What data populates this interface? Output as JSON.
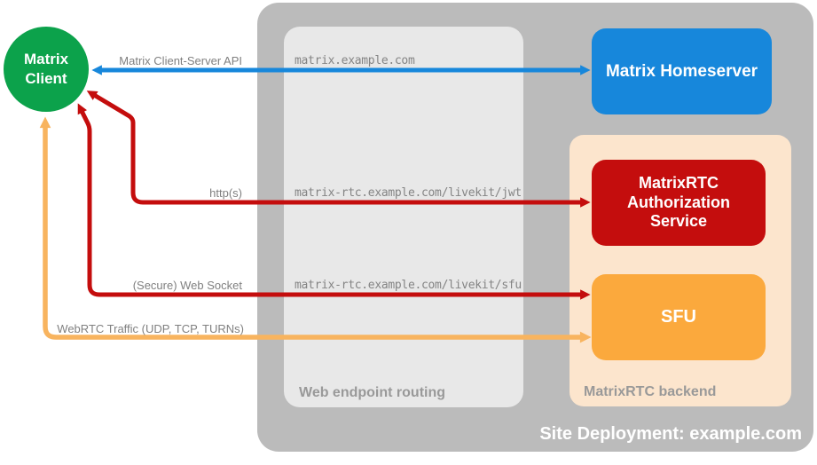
{
  "title": "MatrixRTC site deployment diagram",
  "nodes": {
    "client": {
      "label": "Matrix Client"
    },
    "homeserver": {
      "label": "Matrix Homeserver"
    },
    "auth": {
      "label": "MatrixRTC Authorization Service"
    },
    "sfu": {
      "label": "SFU"
    }
  },
  "containers": {
    "site": {
      "label": "Site Deployment: example.com"
    },
    "routing": {
      "label": "Web endpoint routing"
    },
    "backend": {
      "label": "MatrixRTC backend"
    }
  },
  "connections": [
    {
      "label": "Matrix Client-Server API",
      "endpoint": "matrix.example.com",
      "from": "Matrix Client",
      "to": "Matrix Homeserver"
    },
    {
      "label": "http(s)",
      "endpoint": "matrix-rtc.example.com/livekit/jwt",
      "from": "Matrix Client",
      "to": "MatrixRTC Authorization Service"
    },
    {
      "label": "(Secure) Web Socket",
      "endpoint": "matrix-rtc.example.com/livekit/sfu",
      "from": "Matrix Client",
      "to": "SFU"
    },
    {
      "label": "WebRTC Traffic (UDP, TCP, TURNs)",
      "endpoint": "",
      "from": "Matrix Client",
      "to": "SFU"
    }
  ],
  "colors": {
    "client_green": "#0ca24b",
    "homeserver_blue": "#1787db",
    "auth_red": "#c40d0d",
    "sfu_orange": "#fba93d",
    "webrtc_orange": "#f8b45f",
    "backend_peach": "#fce5cd",
    "site_gray": "#bbbbbb",
    "routing_gray": "#e8e8e8",
    "label_gray": "#999999",
    "text_gray": "#808080"
  }
}
